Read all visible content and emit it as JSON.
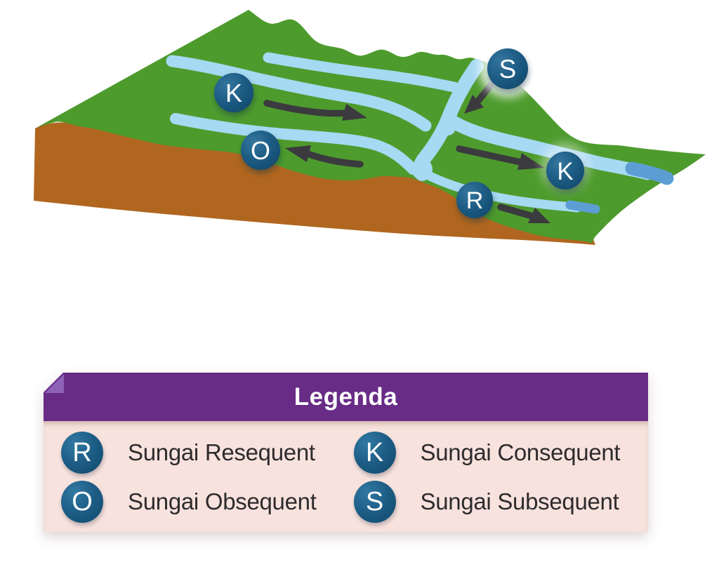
{
  "diagram": {
    "badges": [
      {
        "letter": "K"
      },
      {
        "letter": "O"
      },
      {
        "letter": "S"
      },
      {
        "letter": "K"
      },
      {
        "letter": "R"
      }
    ]
  },
  "legend": {
    "title": "Legenda",
    "items": [
      {
        "letter": "R",
        "label": "Sungai Resequent"
      },
      {
        "letter": "K",
        "label": "Sungai Consequent"
      },
      {
        "letter": "O",
        "label": "Sungai Obsequent"
      },
      {
        "letter": "S",
        "label": "Sungai Subsequent"
      }
    ]
  },
  "colors": {
    "terrain_green": "#4E9B2D",
    "soil_brown": "#B0661F",
    "river_blue": "#A6D9F2",
    "river_deep_blue": "#5C9ED3",
    "arrow_dark": "#3B3A3E",
    "badge_blue_light": "#35779F",
    "badge_blue_dark": "#0F4568",
    "legend_header_purple": "#682B86",
    "legend_fold_purple": "#8E62B6",
    "legend_body_pink": "#F7E2DD",
    "legend_text": "#2E2B2D"
  }
}
